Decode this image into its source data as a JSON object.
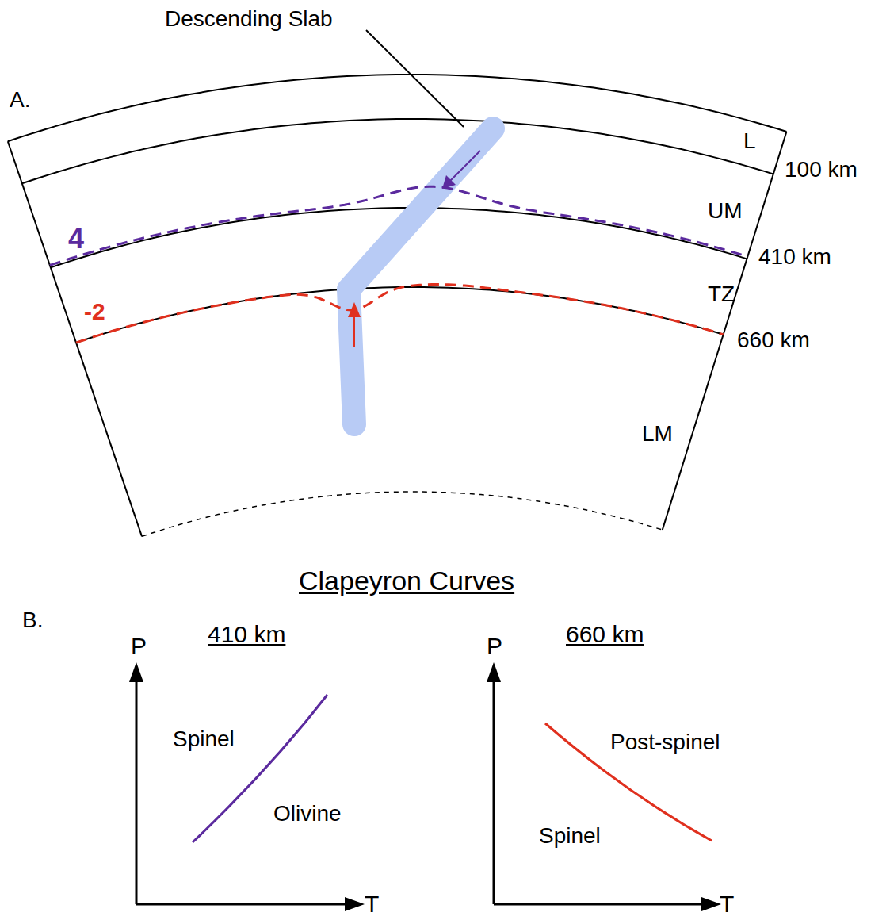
{
  "diagram": {
    "labels": [
      "A.",
      "Descending Slab",
      "L",
      "100 km",
      "UM",
      "4",
      "410 km",
      "TZ",
      "-2",
      "660 km",
      "LM",
      "Clapeyron Curves",
      "B.",
      "410 km",
      "660 km",
      "P",
      "Spinel",
      "Olivine",
      "T",
      "P",
      "Post-spinel",
      "Spinel",
      "T"
    ]
  }
}
